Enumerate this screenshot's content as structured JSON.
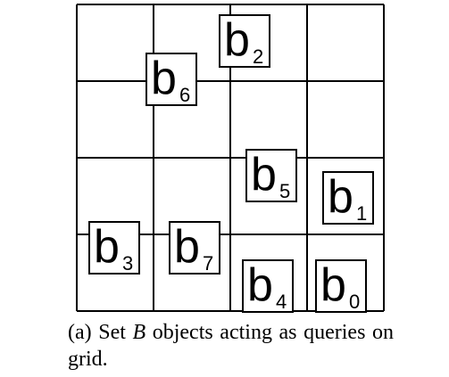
{
  "figure": {
    "grid": {
      "rows": 4,
      "cols": 4
    },
    "objects": [
      {
        "letter": "b",
        "subscript": "2",
        "row": 0,
        "col": 1.85
      },
      {
        "letter": "b",
        "subscript": "6",
        "row": 0.5,
        "col": 0.9
      },
      {
        "letter": "b",
        "subscript": "5",
        "row": 1.75,
        "col": 2.2
      },
      {
        "letter": "b",
        "subscript": "1",
        "row": 2.05,
        "col": 3.2
      },
      {
        "letter": "b",
        "subscript": "3",
        "row": 2.7,
        "col": 0.15
      },
      {
        "letter": "b",
        "subscript": "7",
        "row": 2.7,
        "col": 1.2
      },
      {
        "letter": "b",
        "subscript": "4",
        "row": 3.2,
        "col": 2.15
      },
      {
        "letter": "b",
        "subscript": "0",
        "row": 3.2,
        "col": 3.1
      }
    ]
  },
  "caption": {
    "prefix": "(a) Set ",
    "set_symbol": "B",
    "suffix": " objects acting as queries on grid."
  }
}
